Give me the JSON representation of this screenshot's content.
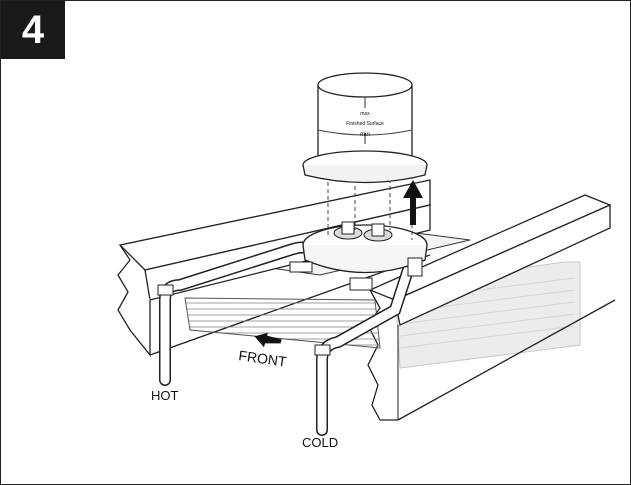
{
  "step_number": "4",
  "sleeve": {
    "mark_max": "max",
    "mark_finished": "Finished Surface",
    "mark_min": "min"
  },
  "labels": {
    "front": "FRONT",
    "hot": "HOT",
    "cold": "COLD"
  }
}
